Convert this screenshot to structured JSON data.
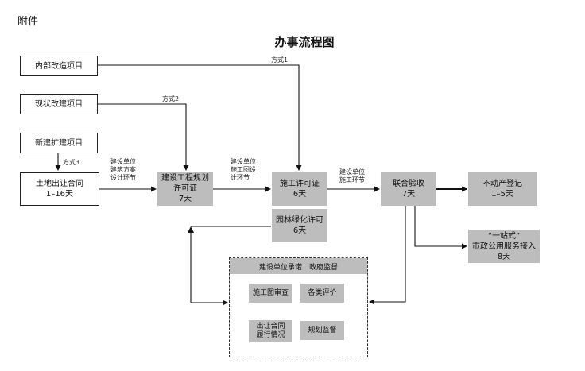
{
  "header": {
    "attachment": "附件",
    "title": "办事流程图"
  },
  "start_boxes": {
    "internal": "内部改造项目",
    "existing": "现状改建项目",
    "new": "新建扩建项目",
    "land": [
      "土地出让合同",
      "1–16天"
    ]
  },
  "routes": {
    "m1": "方式1",
    "m2": "方式2",
    "m3": "方式3"
  },
  "edge_labels": {
    "to_plan": [
      "建设单位",
      "建筑方案",
      "设计环节"
    ],
    "to_construct": [
      "建设单位",
      "施工图设",
      "计环节"
    ],
    "to_accept": [
      "建设单位",
      "施工环节"
    ]
  },
  "process_boxes": {
    "plan_permit": [
      "建设工程规划",
      "许可证",
      "7天"
    ],
    "construct_permit": [
      "施工许可证",
      "6天"
    ],
    "green_permit": [
      "园林绿化许可",
      "6天"
    ],
    "joint_accept": [
      "联合验收",
      "7天"
    ],
    "property_reg": [
      "不动产登记",
      "1–5天"
    ],
    "utility_access": [
      "“一站式”",
      "市政公用服务接入",
      "8天"
    ]
  },
  "supervision": {
    "header": "建设单位承诺　政府监督",
    "review": "施工图审查",
    "evaluation": "各类评价",
    "contract": [
      "出让合同",
      "履行情况"
    ],
    "planning": "规划监督"
  },
  "colors": {
    "box_fill": "#bdbdbd",
    "line": "#111111"
  }
}
